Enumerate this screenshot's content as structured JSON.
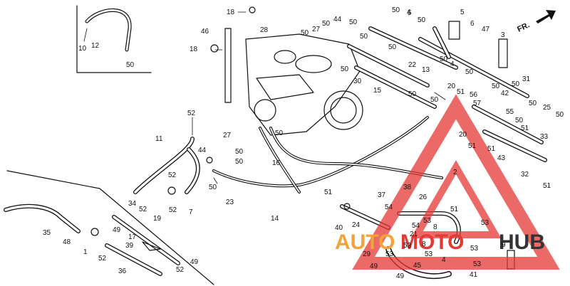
{
  "direction": "FR.",
  "watermark": {
    "part_a": "AUTO",
    "part_b": "MOTO",
    "part_c": "HUB",
    "color_a": "#f2a33a",
    "color_b": "#e53935",
    "color_c": "#333333"
  },
  "callouts": [
    {
      "id": "c10",
      "text": "10"
    },
    {
      "id": "c12",
      "text": "12"
    },
    {
      "id": "c50a",
      "text": "50"
    },
    {
      "id": "c18a",
      "text": "18"
    },
    {
      "id": "c46",
      "text": "46"
    },
    {
      "id": "c28",
      "text": "28"
    },
    {
      "id": "c18b",
      "text": "18"
    },
    {
      "id": "c50b",
      "text": "50"
    },
    {
      "id": "c50c",
      "text": "50"
    },
    {
      "id": "c27a",
      "text": "27"
    },
    {
      "id": "c44a",
      "text": "44"
    },
    {
      "id": "c50d",
      "text": "50"
    },
    {
      "id": "c50e",
      "text": "50"
    },
    {
      "id": "c50f",
      "text": "50"
    },
    {
      "id": "c5",
      "text": "5"
    },
    {
      "id": "c4a",
      "text": "4"
    },
    {
      "id": "c50g",
      "text": "50"
    },
    {
      "id": "c50h",
      "text": "50"
    },
    {
      "id": "c5b",
      "text": "5"
    },
    {
      "id": "c6",
      "text": "6"
    },
    {
      "id": "c47",
      "text": "47"
    },
    {
      "id": "c3",
      "text": "3"
    },
    {
      "id": "c50i",
      "text": "50"
    },
    {
      "id": "c30",
      "text": "30"
    },
    {
      "id": "c50j",
      "text": "50"
    },
    {
      "id": "c4b",
      "text": "4"
    },
    {
      "id": "c22",
      "text": "22"
    },
    {
      "id": "c13",
      "text": "13"
    },
    {
      "id": "c50k",
      "text": "50"
    },
    {
      "id": "c15",
      "text": "15"
    },
    {
      "id": "c50l",
      "text": "50"
    },
    {
      "id": "c31",
      "text": "31"
    },
    {
      "id": "c20a",
      "text": "20"
    },
    {
      "id": "c51a",
      "text": "51"
    },
    {
      "id": "c50m",
      "text": "50"
    },
    {
      "id": "c56",
      "text": "56"
    },
    {
      "id": "c42",
      "text": "42"
    },
    {
      "id": "c50n",
      "text": "50"
    },
    {
      "id": "c57",
      "text": "57"
    },
    {
      "id": "c55",
      "text": "55"
    },
    {
      "id": "c25",
      "text": "25"
    },
    {
      "id": "c50o",
      "text": "50"
    },
    {
      "id": "c50p",
      "text": "50"
    },
    {
      "id": "c50q",
      "text": "50"
    },
    {
      "id": "c20b",
      "text": "20"
    },
    {
      "id": "c51b",
      "text": "51"
    },
    {
      "id": "c51c",
      "text": "51"
    },
    {
      "id": "c33",
      "text": "33"
    },
    {
      "id": "c50r",
      "text": "50"
    },
    {
      "id": "c43",
      "text": "43"
    },
    {
      "id": "c2",
      "text": "2"
    },
    {
      "id": "c32",
      "text": "32"
    },
    {
      "id": "c51d",
      "text": "51"
    },
    {
      "id": "c51e",
      "text": "51"
    },
    {
      "id": "c52a",
      "text": "52"
    },
    {
      "id": "c11",
      "text": "11"
    },
    {
      "id": "c27b",
      "text": "27"
    },
    {
      "id": "c50s",
      "text": "50"
    },
    {
      "id": "c50t",
      "text": "50"
    },
    {
      "id": "c44b",
      "text": "44"
    },
    {
      "id": "c50u",
      "text": "50"
    },
    {
      "id": "c16",
      "text": "16"
    },
    {
      "id": "c52b",
      "text": "52"
    },
    {
      "id": "c34",
      "text": "34"
    },
    {
      "id": "c52c",
      "text": "52"
    },
    {
      "id": "c19",
      "text": "19"
    },
    {
      "id": "c52d",
      "text": "52"
    },
    {
      "id": "c7",
      "text": "7"
    },
    {
      "id": "c50v",
      "text": "50"
    },
    {
      "id": "c23",
      "text": "23"
    },
    {
      "id": "c14",
      "text": "14"
    },
    {
      "id": "c51f",
      "text": "51"
    },
    {
      "id": "c37",
      "text": "37"
    },
    {
      "id": "c38",
      "text": "38"
    },
    {
      "id": "c26",
      "text": "26"
    },
    {
      "id": "c51g",
      "text": "51"
    },
    {
      "id": "c54a",
      "text": "54"
    },
    {
      "id": "c53a",
      "text": "53"
    },
    {
      "id": "c53b",
      "text": "53"
    },
    {
      "id": "c40",
      "text": "40"
    },
    {
      "id": "c24",
      "text": "24"
    },
    {
      "id": "c54b",
      "text": "54"
    },
    {
      "id": "c21",
      "text": "21"
    },
    {
      "id": "c8a",
      "text": "8"
    },
    {
      "id": "c53c",
      "text": "53"
    },
    {
      "id": "c8b",
      "text": "8"
    },
    {
      "id": "c53d",
      "text": "53"
    },
    {
      "id": "c9",
      "text": "9"
    },
    {
      "id": "c53e",
      "text": "53"
    },
    {
      "id": "c29",
      "text": "29"
    },
    {
      "id": "c53f",
      "text": "53"
    },
    {
      "id": "c49a",
      "text": "49"
    },
    {
      "id": "c45",
      "text": "45"
    },
    {
      "id": "c4c",
      "text": "4"
    },
    {
      "id": "c41",
      "text": "41"
    },
    {
      "id": "c49b",
      "text": "49"
    },
    {
      "id": "c53g",
      "text": "53"
    },
    {
      "id": "c35",
      "text": "35"
    },
    {
      "id": "c48",
      "text": "48"
    },
    {
      "id": "c1",
      "text": "1"
    },
    {
      "id": "c52e",
      "text": "52"
    },
    {
      "id": "c49c",
      "text": "49"
    },
    {
      "id": "c17",
      "text": "17"
    },
    {
      "id": "c39",
      "text": "39"
    },
    {
      "id": "c36",
      "text": "36"
    },
    {
      "id": "c52f",
      "text": "52"
    },
    {
      "id": "c49d",
      "text": "49"
    }
  ]
}
